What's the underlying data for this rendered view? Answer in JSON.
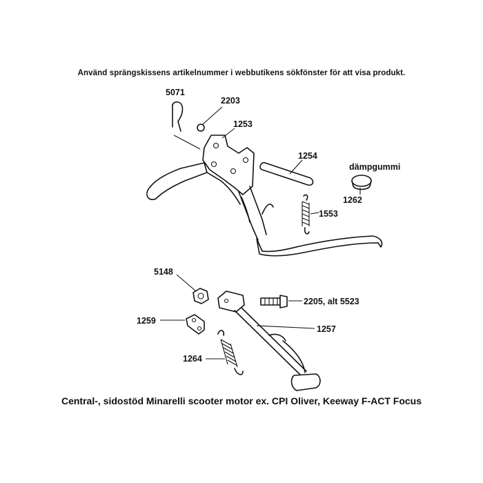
{
  "header": {
    "instruction": "Använd sprängskissens artikelnummer i webbutikens sökfönster för att visa produkt."
  },
  "parts": {
    "p5071": "5071",
    "p2203": "2203",
    "p1253": "1253",
    "p1254": "1254",
    "p1262": "1262",
    "damp_label": "dämpgummi",
    "p1553": "1553",
    "p5148": "5148",
    "p2205": "2205, alt 5523",
    "p1259": "1259",
    "p1257": "1257",
    "p1264": "1264"
  },
  "footer": {
    "caption": "Central-, sidostöd Minarelli scooter motor ex. CPI Oliver, Keeway F-ACT Focus"
  }
}
